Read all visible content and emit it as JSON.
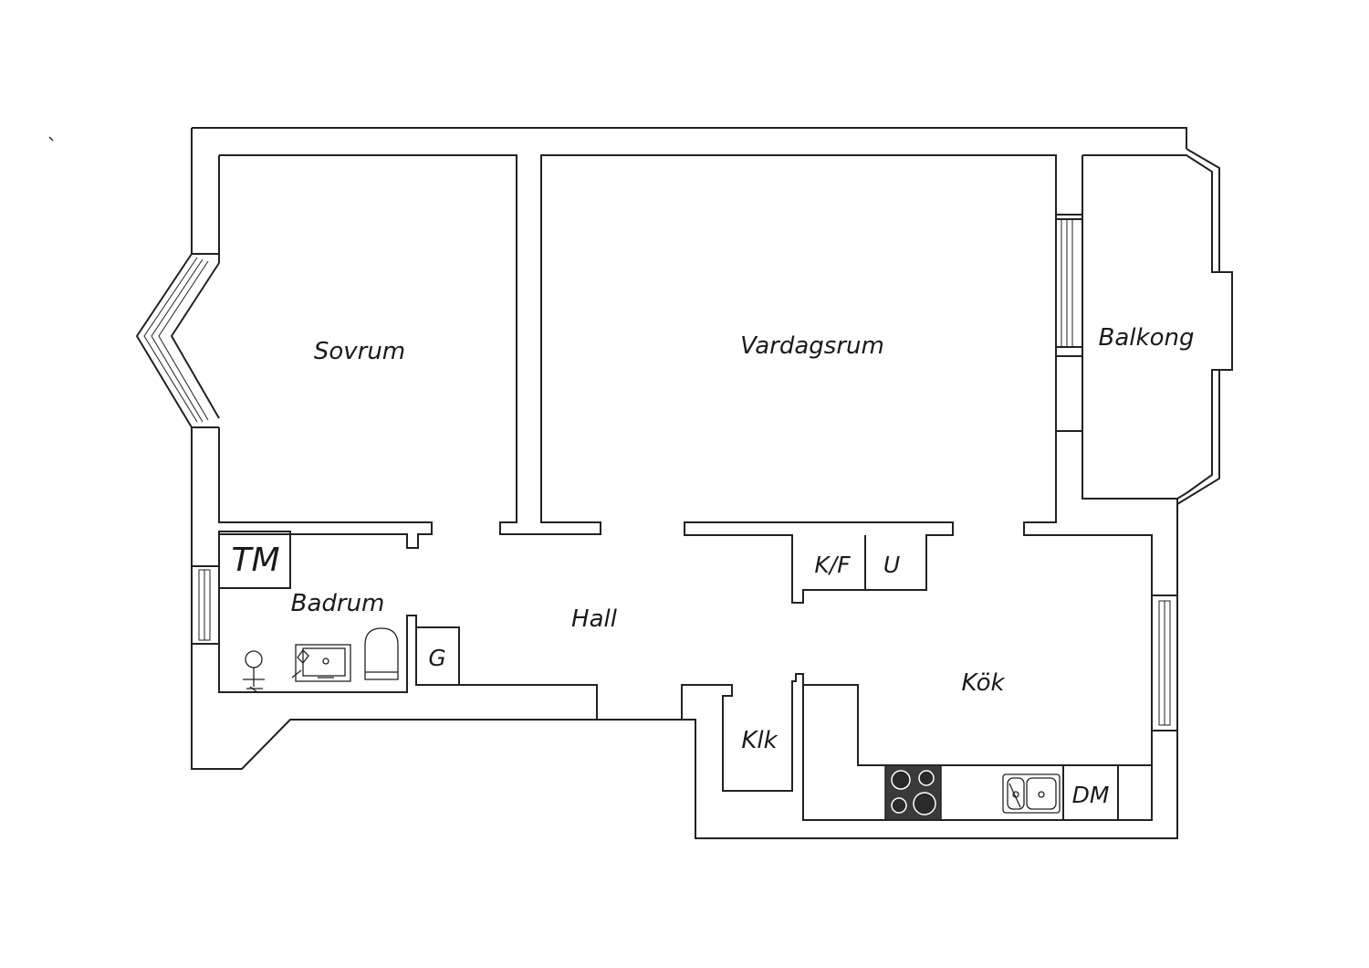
{
  "rooms": {
    "sovrum": "Sovrum",
    "vardagsrum": "Vardagsrum",
    "balkong": "Balkong",
    "badrum": "Badrum",
    "hall": "Hall",
    "kok": "Kök",
    "klk": "Klk"
  },
  "fixtures": {
    "tm": "TM",
    "kf": "K/F",
    "u": "U",
    "g": "G",
    "dm": "DM"
  },
  "colors": {
    "wall_stroke": "#222222",
    "background": "#ffffff",
    "stove": "#3a3a3a"
  }
}
